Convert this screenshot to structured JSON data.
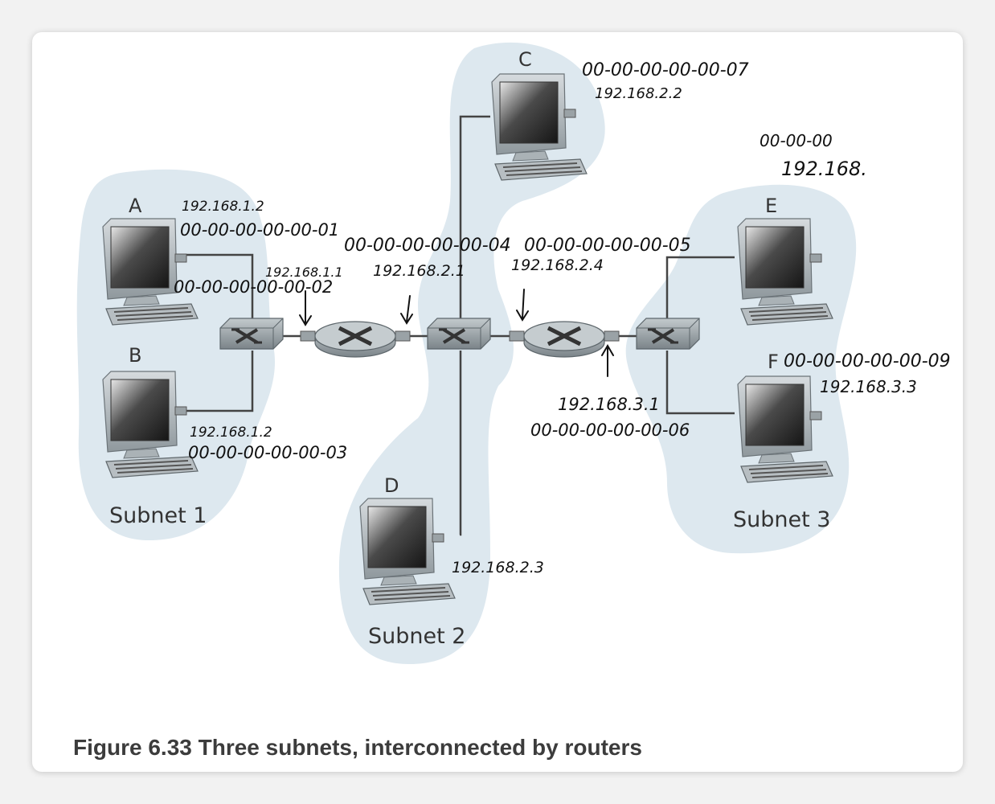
{
  "caption": "Figure 6.33 Three subnets, interconnected by routers",
  "colors": {
    "subnet_fill": "#dde8ef",
    "wire": "#444444",
    "device": "#8e979c",
    "ink": "#111111"
  },
  "hosts": {
    "a": "A",
    "b": "B",
    "c": "C",
    "d": "D",
    "e": "E",
    "f": "F"
  },
  "subnets": {
    "s1": "Subnet 1",
    "s2": "Subnet 2",
    "s3": "Subnet 3"
  },
  "notes": {
    "c_mac": "00-00-00-00-00-07",
    "c_ip": "192.168.2.2",
    "e_mac": "00-00-00",
    "e_ip": "192.168.",
    "a_ip": "192.168.1.2",
    "a_mac": "00-00-00-00-00-01",
    "r1_left_ip": "192.168.1.1",
    "r1_left_mac": "00-00-00-00-00-02",
    "r1_right_mac": "00-00-00-00-00-04",
    "r1_right_ip": "192.168.2.1",
    "r2_left_mac": "00-00-00-00-00-05",
    "r2_left_ip": "192.168.2.4",
    "f_mac": "00-00-00-00-00-09",
    "f_ip": "192.168.3.3",
    "r2_right_ip": "192.168.3.1",
    "r2_right_mac": "00-00-00-00-00-06",
    "b_ip": "192.168.1.2",
    "b_mac": "00-00-00-00-00-03",
    "d_ip": "192.168.2.3"
  }
}
